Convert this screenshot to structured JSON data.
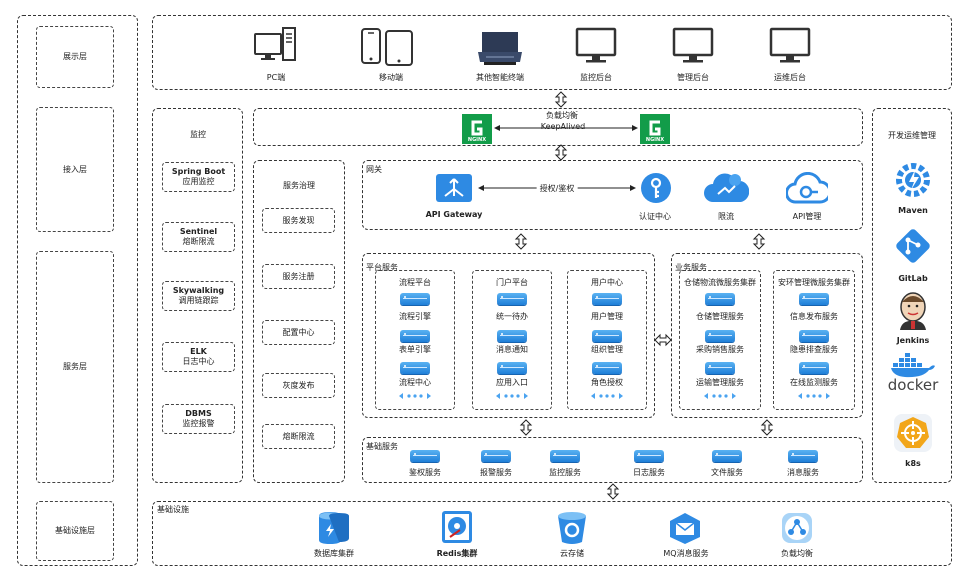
{
  "left_layers": [
    "展示层",
    "接入层",
    "服务层",
    "基础设施层"
  ],
  "display_layer": {
    "terminals": [
      "PC端",
      "移动端",
      "其他智能终端",
      "监控后台",
      "管理后台",
      "运维后台"
    ]
  },
  "access_layer": {
    "lb_line1": "负载均衡",
    "lb_line2": "KeepAlived",
    "nginx_logo_text": "NGINX"
  },
  "monitor": {
    "title": "监控",
    "items": [
      {
        "name": "Spring Boot",
        "desc": "应用监控"
      },
      {
        "name": "Sentinel",
        "desc": "熔断限流"
      },
      {
        "name": "Skywalking",
        "desc": "调用链跟踪"
      },
      {
        "name": "ELK",
        "desc": "日志中心"
      },
      {
        "name": "DBMS",
        "desc": "监控报警"
      }
    ]
  },
  "governance": {
    "title": "服务治理",
    "items": [
      "服务发现",
      "服务注册",
      "配置中心",
      "灰度发布",
      "熔断限流"
    ]
  },
  "gateway": {
    "title": "网关",
    "auth_label": "授权/鉴权",
    "items": [
      "API Gateway",
      "认证中心",
      "限流",
      "API管理"
    ]
  },
  "platform": {
    "title": "平台服务",
    "groups": [
      {
        "title": "流程平台",
        "items": [
          "流程引擎",
          "表单引擎",
          "流程中心"
        ]
      },
      {
        "title": "门户平台",
        "items": [
          "统一待办",
          "消息通知",
          "应用入口"
        ]
      },
      {
        "title": "用户中心",
        "items": [
          "用户管理",
          "组织管理",
          "角色授权"
        ]
      }
    ]
  },
  "business": {
    "title": "业务服务",
    "groups": [
      {
        "title": "仓储物流微服务集群",
        "items": [
          "仓储管理服务",
          "采购销售服务",
          "运输管理服务"
        ]
      },
      {
        "title": "安环管理微服务集群",
        "items": [
          "信息发布服务",
          "隐患排查服务",
          "在线监测服务"
        ]
      }
    ]
  },
  "base_services": {
    "title": "基础服务",
    "items": [
      "鉴权服务",
      "报警服务",
      "监控服务",
      "日志服务",
      "文件服务",
      "消息服务"
    ]
  },
  "devops": {
    "title": "开发运维管理",
    "items": [
      "Maven",
      "GitLab",
      "Jenkins",
      "docker",
      "k8s"
    ]
  },
  "infrastructure": {
    "title": "基础设施",
    "items": [
      "数据库集群",
      "Redis集群",
      "云存储",
      "MQ消息服务",
      "负载均衡"
    ]
  },
  "colors": {
    "blue": "#1f7fd8",
    "light_blue": "#5ab2f2",
    "nginx_green": "#129c49",
    "border": "#333333"
  }
}
